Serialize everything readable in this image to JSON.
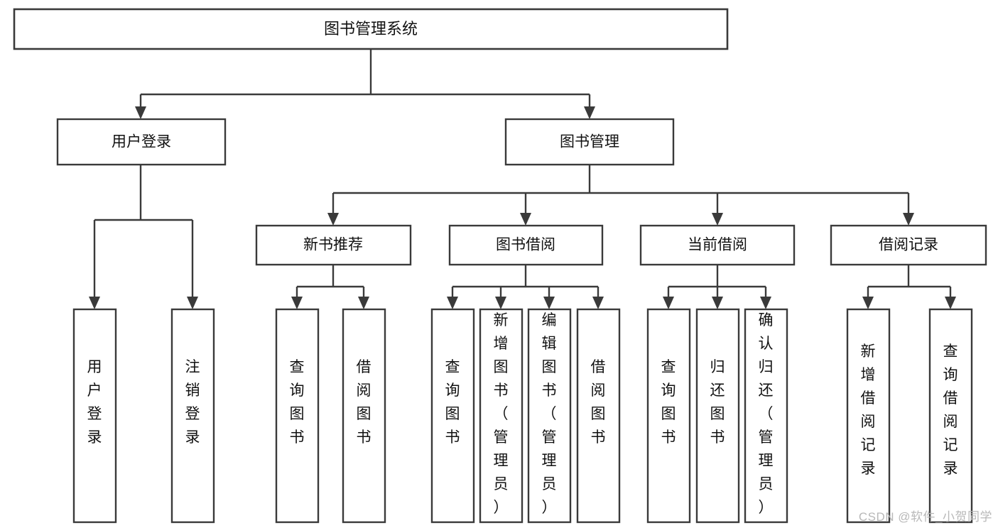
{
  "diagram": {
    "type": "tree-hierarchy-chart",
    "title": "图书管理系统",
    "orientation": "top-down",
    "colors": {
      "box_stroke": "#3a3a3a",
      "box_fill": "#ffffff",
      "text": "#111111",
      "connector": "#3a3a3a",
      "watermark": "#b8b8b8",
      "background": "#ffffff"
    },
    "root": {
      "label": "图书管理系统"
    },
    "level1": [
      {
        "label": "用户登录"
      },
      {
        "label": "图书管理"
      }
    ],
    "level2": [
      {
        "label": "新书推荐"
      },
      {
        "label": "图书借阅"
      },
      {
        "label": "当前借阅"
      },
      {
        "label": "借阅记录"
      }
    ],
    "leaves": {
      "user_login": [
        {
          "label": "用户登录"
        },
        {
          "label": "注销登录"
        }
      ],
      "new_book_recommend": [
        {
          "label": "查询图书"
        },
        {
          "label": "借阅图书"
        }
      ],
      "book_borrow": [
        {
          "label": "查询图书"
        },
        {
          "label": "新增图书（管理员）"
        },
        {
          "label": "编辑图书（管理员）"
        },
        {
          "label": "借阅图书"
        }
      ],
      "current_borrow": [
        {
          "label": "查询图书"
        },
        {
          "label": "归还图书"
        },
        {
          "label": "确认归还（管理员）"
        }
      ],
      "borrow_record": [
        {
          "label": "新增借阅记录"
        },
        {
          "label": "查询借阅记录"
        }
      ]
    },
    "watermark": "CSDN @软件_小贺同学"
  }
}
